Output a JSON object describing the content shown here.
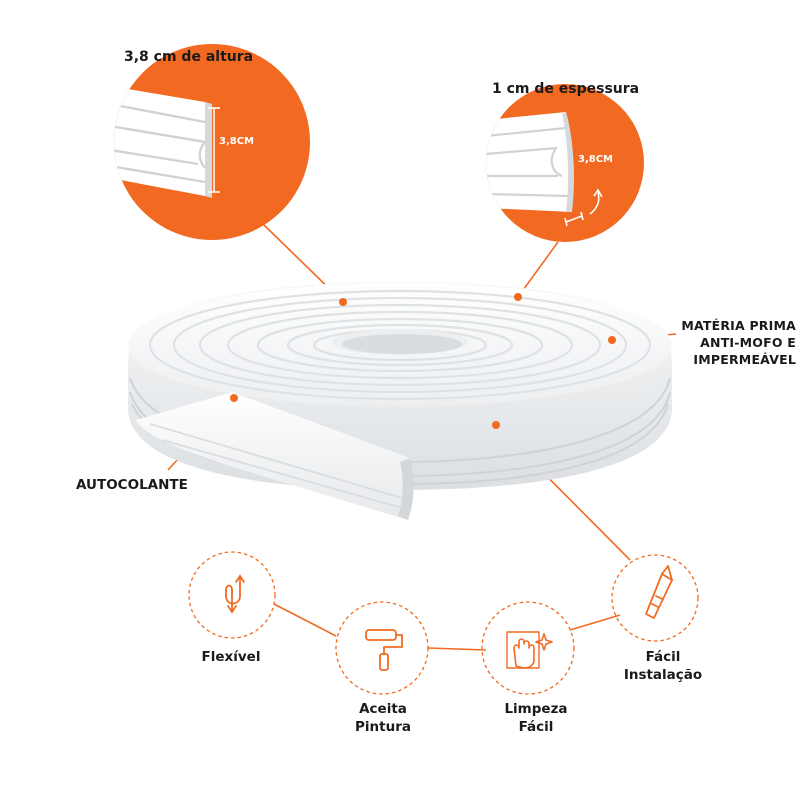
{
  "callouts": {
    "height_title": "3,8 cm de altura",
    "height_badge": "3,8CM",
    "thickness_title": "1 cm de espessura",
    "thickness_badge": "3,8CM",
    "material_lines": [
      "MATÉRIA PRIMA",
      "ANTI-MOFO E",
      "IMPERMEÁVEL"
    ],
    "adhesive": "AUTOCOLANTE"
  },
  "features": [
    {
      "icon": "flexible-arrows-icon",
      "lines": [
        "Flexível"
      ]
    },
    {
      "icon": "paint-roller-icon",
      "lines": [
        "Aceita",
        "Pintura"
      ]
    },
    {
      "icon": "cleaning-hand-icon",
      "lines": [
        "Limpeza",
        "Fácil"
      ]
    },
    {
      "icon": "utility-knife-icon",
      "lines": [
        "Fácil",
        "Instalação"
      ]
    }
  ],
  "colors": {
    "accent": "#F26A21",
    "text": "#1a1a1a",
    "strip": "#ffffff",
    "strip_shadow": "#d9dbde"
  }
}
